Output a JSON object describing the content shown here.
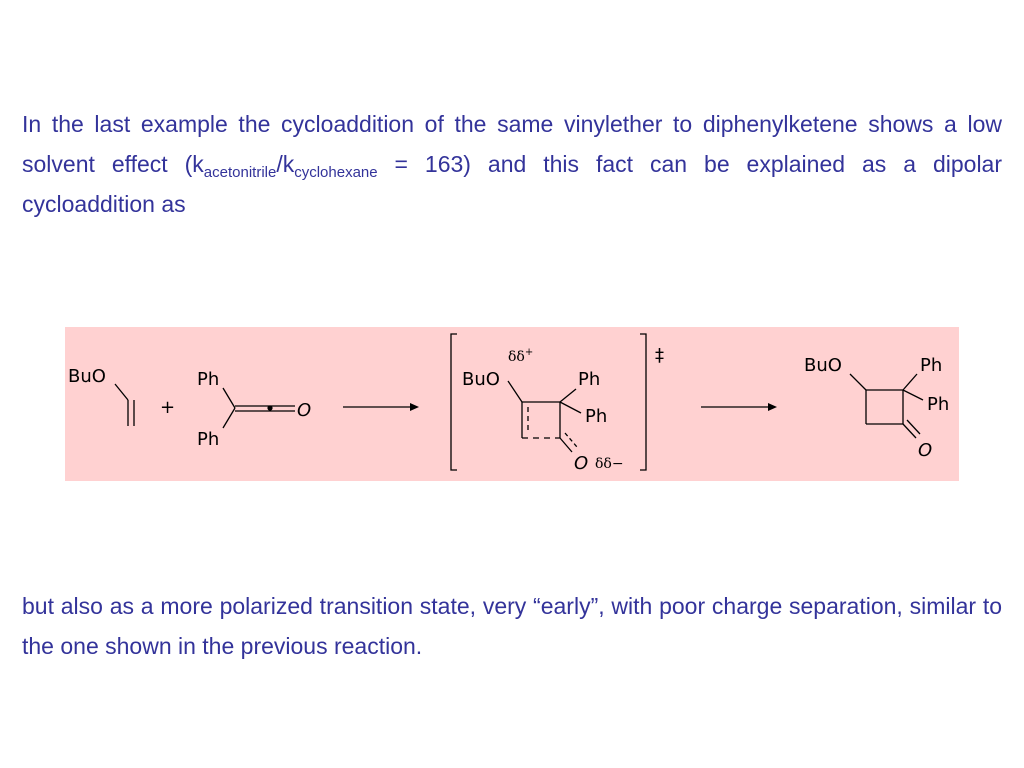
{
  "paragraph1": {
    "line_a": "In the last example the cycloaddition of the same vinylether to diphenylketene shows a low solvent effect (k",
    "sub1": "acetonitrile",
    "slash": "/k",
    "sub2": "cyclohexane",
    "line_b": " = 163) and this fact can be explained as a dipolar cycloaddition  as"
  },
  "scheme": {
    "vinylether_label": "BuO",
    "plus": "+",
    "ketene_ph_top": "Ph",
    "ketene_ph_bottom": "Ph",
    "ketene_o": "O",
    "ts_buo": "BuO",
    "ts_ph1": "Ph",
    "ts_ph2": "Ph",
    "ts_o": "O",
    "ts_delta_plus": "δδ",
    "plus_sign": "+",
    "ts_delta_minus": "δδ−",
    "double_dagger": "‡",
    "product_buo": "BuO",
    "product_ph1": "Ph",
    "product_ph2": "Ph",
    "product_o": "O"
  },
  "paragraph2": {
    "text": "but also as a more polarized transition state, very “early”, with poor charge separation, similar to the one shown in the previous reaction."
  }
}
